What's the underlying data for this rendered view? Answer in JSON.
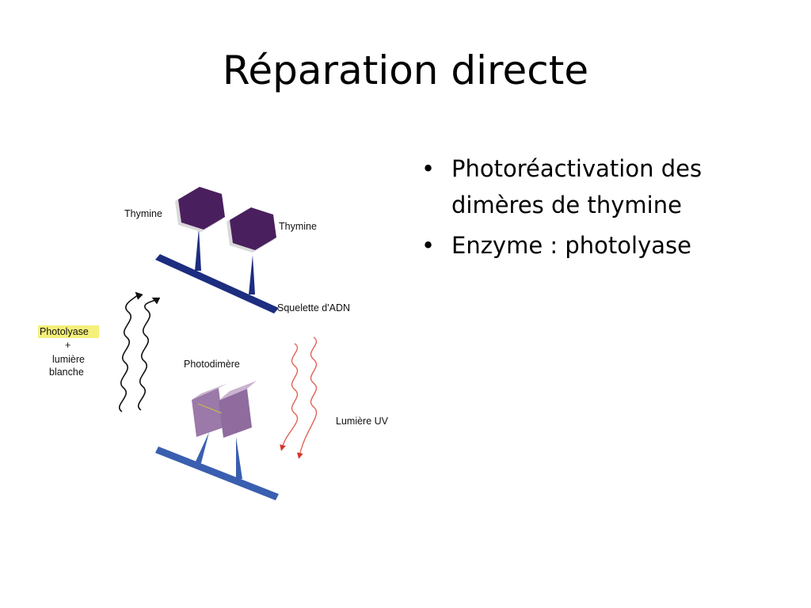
{
  "slide": {
    "title": "Réparation directe"
  },
  "bullets": [
    {
      "marker": "•",
      "text": "Photoréactivation des dimères de thymine"
    },
    {
      "marker": "•",
      "text": "Enzyme  : photolyase"
    }
  ],
  "diagram": {
    "labels": {
      "thymine_left": "Thymine",
      "thymine_right": "Thymine",
      "backbone": "Squelette d'ADN",
      "photolyase": "Photolyase",
      "plus": "+",
      "white_light_line1": "lumière",
      "white_light_line2": "blanche",
      "photodimer": "Photodimère",
      "uv_light": "Lumière UV"
    },
    "colors": {
      "thymine_purple": "#4a1f5e",
      "dimer_purple": "#9b79a8",
      "backbone_top": "#1d2d80",
      "backbone_bottom": "#3a5fb0",
      "photolyase_highlight": "#f5f07a",
      "uv_wave": "#e05a4c"
    }
  }
}
